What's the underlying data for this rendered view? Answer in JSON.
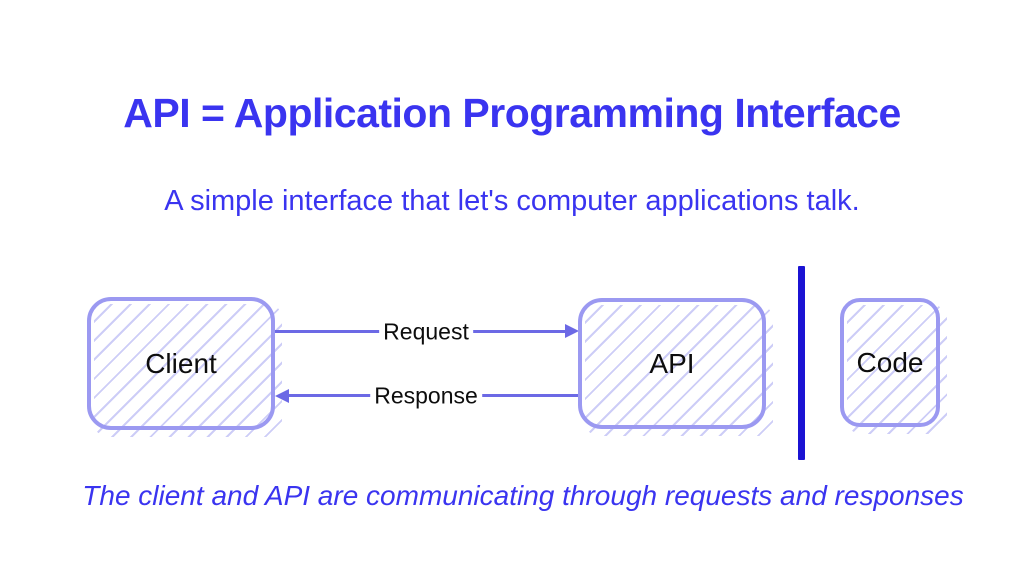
{
  "title": "API = Application Programming Interface",
  "subtitle": "A simple interface that let's computer applications talk.",
  "caption": "The client and API are communicating through requests and responses",
  "diagram": {
    "boxes": [
      {
        "id": "client",
        "label": "Client"
      },
      {
        "id": "api",
        "label": "API"
      },
      {
        "id": "code",
        "label": "Code"
      }
    ],
    "arrows": [
      {
        "id": "request",
        "label": "Request",
        "direction": "right",
        "from": "Client",
        "to": "API"
      },
      {
        "id": "response",
        "label": "Response",
        "direction": "left",
        "from": "API",
        "to": "Client"
      }
    ],
    "divider_between": [
      "API",
      "Code"
    ]
  },
  "colors": {
    "heading": "#3a34f0",
    "box_border": "#9b99f1",
    "hatch": "#cdcdf7",
    "arrow": "#6c69e5",
    "divider": "#1b13d3",
    "label_text": "#0d0d0d",
    "background": "#ffffff"
  }
}
